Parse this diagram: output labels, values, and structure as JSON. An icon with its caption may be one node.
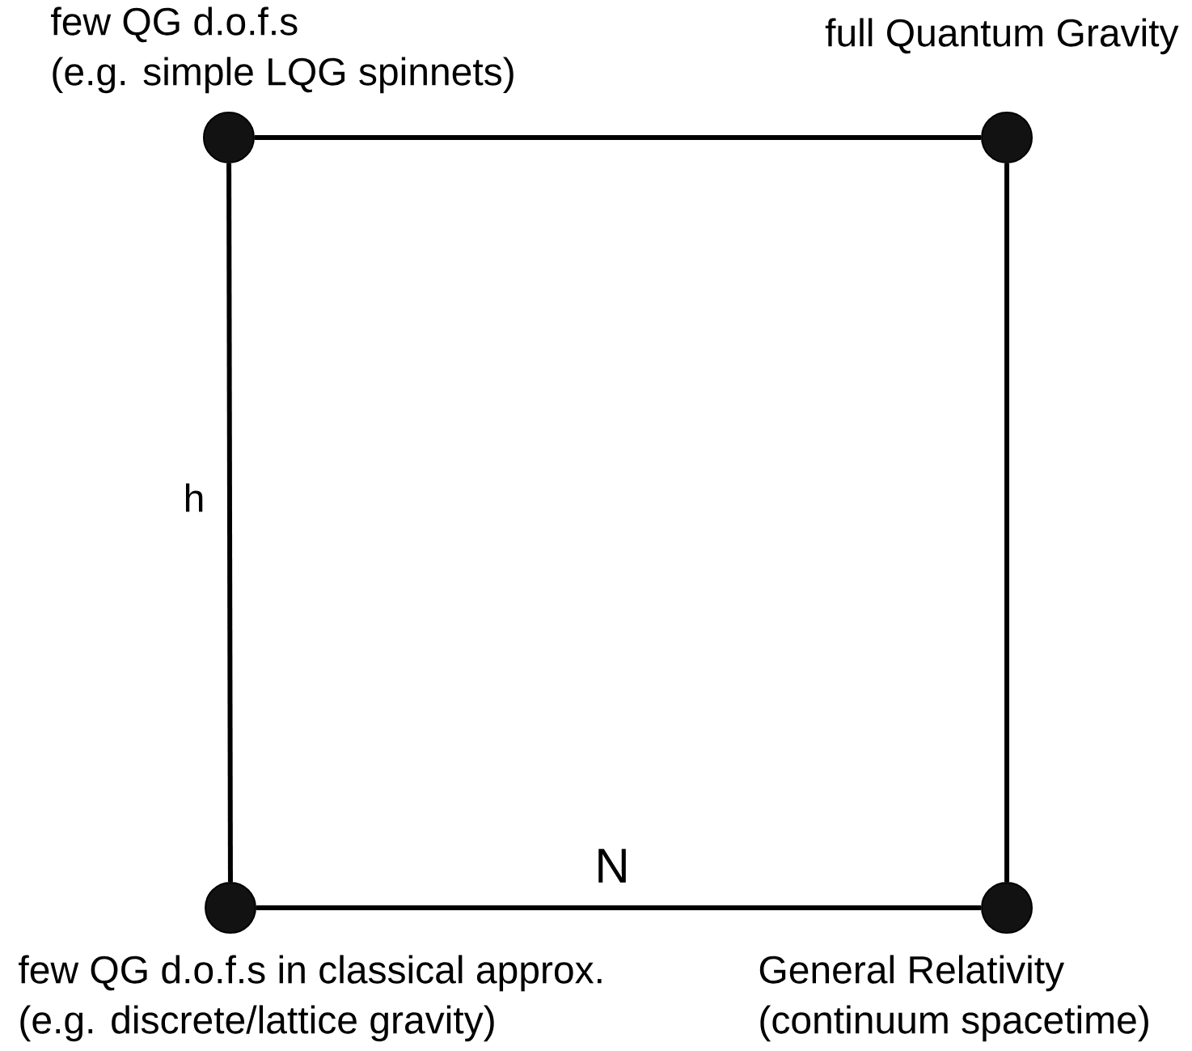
{
  "diagram": {
    "nodes": [
      {
        "text": [],
        "shape": "circle",
        "beside": [
          "few QG d.o.f.s",
          "(e.g. simple LQG spinnets)"
        ]
      },
      {
        "text": [],
        "shape": "circle",
        "beside": [
          "full Quantum Gravity"
        ]
      },
      {
        "text": [],
        "shape": "circle",
        "beside": [
          "few QG d.o.f.s in classical approx.",
          "(e.g. discrete/lattice gravity)"
        ]
      },
      {
        "text": [],
        "shape": "circle",
        "beside": [
          "General Relativity",
          "(continuum spacetime)"
        ]
      }
    ],
    "edges": [
      {
        "from": 0,
        "to": 1,
        "arrow": "none"
      },
      {
        "from": 0,
        "to": 2,
        "arrow": "none",
        "label": "h"
      },
      {
        "from": 1,
        "to": 3,
        "arrow": "none"
      },
      {
        "from": 2,
        "to": 3,
        "arrow": "none",
        "label": "N"
      }
    ]
  }
}
